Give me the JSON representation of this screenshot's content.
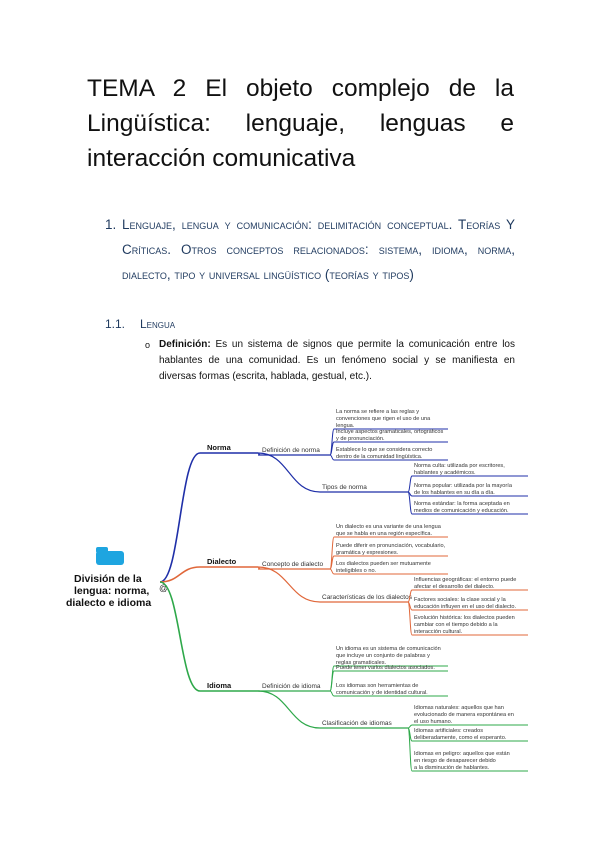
{
  "title": "TEMA 2 El objeto complejo de la Lingüística: lenguaje, lenguas e interacción comunicativa",
  "section": {
    "number": "1.",
    "text": "Lenguaje, lengua y comunicación: delimitación conceptual. Teorías Y Críticas. Otros conceptos relacionados: sistema, idioma, norma, dialecto, tipo y universal lingüístico (teorías y tipos)"
  },
  "subsection": {
    "number": "1.1.",
    "text": "Lengua"
  },
  "bullet": {
    "marker": "o",
    "term": "Definición:",
    "text": " Es un sistema de signos que permite la comunicación entre los hablantes de una comunidad. Es un fenómeno social y se manifiesta en diversas formas (escrita, hablada, gestual, etc.)."
  },
  "mindmap": {
    "central": [
      "División de la",
      "lengua: norma,",
      "dialecto e idioma"
    ],
    "colors": {
      "norma": "#1f2fa8",
      "dialecto": "#e0673a",
      "idioma": "#2ea84a"
    },
    "branches": {
      "norma": {
        "label": "Norma",
        "sub1": "Definición de norma",
        "sub1_items": [
          "La norma se refiere a las reglas y",
          "convenciones que rigen el uso de una",
          "lengua.",
          "Incluye aspectos gramaticales, ortográficos",
          "y de pronunciación.",
          "Establece lo que se considera correcto",
          "dentro de la comunidad lingüística."
        ],
        "sub2": "Tipos de norma",
        "sub2_items": [
          "Norma culta: utilizada por escritores,",
          "hablantes y académicos.",
          "Norma popular: utilizada por la mayoría",
          "de los hablantes en su día a día.",
          "Norma estándar: la forma aceptada en",
          "medios de comunicación y educación."
        ]
      },
      "dialecto": {
        "label": "Dialecto",
        "sub1": "Concepto de dialecto",
        "sub1_items": [
          "Un dialecto es una variante de una lengua",
          "que se habla en una región específica.",
          "Puede diferir en pronunciación, vocabulario,",
          "gramática y expresiones.",
          "Los dialectos pueden ser mutuamente",
          "inteligibles o no."
        ],
        "sub2": "Características de los dialectos",
        "sub2_items": [
          "Influencias geográficas: el entorno puede",
          "afectar el desarrollo del dialecto.",
          "Factores sociales: la clase social y la",
          "educación influyen en el uso del dialecto.",
          "Evolución histórica: los dialectos pueden",
          "cambiar con el tiempo debido a la",
          "interacción cultural."
        ]
      },
      "idioma": {
        "label": "Idioma",
        "sub1": "Definición de idioma",
        "sub1_items": [
          "Un idioma es un sistema de comunicación",
          "que incluye un conjunto de palabras y",
          "reglas gramaticales.",
          "Puede tener varios dialectos asociados.",
          "Los idiomas son herramientas de",
          "comunicación y de identidad cultural."
        ],
        "sub2": "Clasificación de idiomas",
        "sub2_items": [
          "Idiomas naturales: aquellos que han",
          "evolucionado de manera espontánea en",
          "el uso humano.",
          "Idiomas artificiales: creados",
          "deliberadamente, como el esperanto.",
          "Idiomas en peligro: aquellos que están",
          "en riesgo de desaparecer debido",
          "a la disminución de hablantes."
        ]
      }
    }
  }
}
